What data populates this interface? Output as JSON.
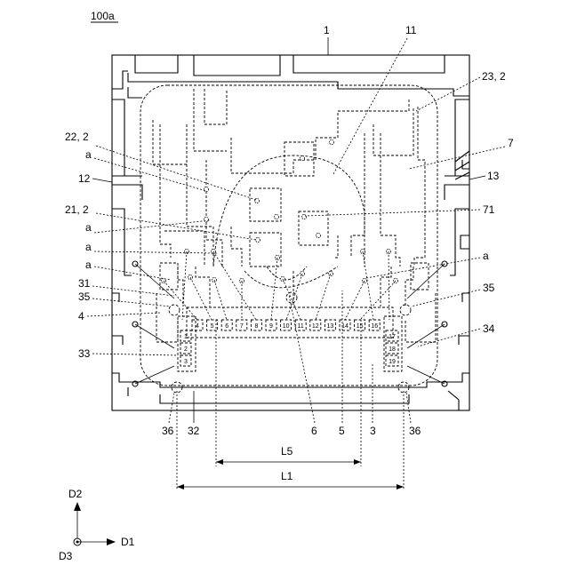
{
  "figure_label": "100a",
  "labels": {
    "top_1": "1",
    "top_11": "11",
    "l_23_2": "23, 2",
    "l_22_2": "22, 2",
    "l_a1": "a",
    "l_7": "7",
    "l_12": "12",
    "l_13": "13",
    "l_21_2": "21, 2",
    "l_71": "71",
    "l_a2": "a",
    "l_a3": "a",
    "l_a4": "a",
    "l_31": "31",
    "l_35_left": "35",
    "l_35_right": "35",
    "l_4": "4",
    "l_34": "34",
    "l_33": "33",
    "b_36_left": "36",
    "b_32": "32",
    "b_6": "6",
    "b_5": "5",
    "b_3": "3",
    "b_36_right": "36",
    "dim_L5": "L5",
    "dim_L1": "L1",
    "axis_D2": "D2",
    "axis_D1": "D1",
    "axis_D3": "D3"
  },
  "pad_numbers_row": [
    "4",
    "5",
    "6",
    "7",
    "8",
    "9",
    "10",
    "11",
    "12",
    "13",
    "14",
    "15",
    "16"
  ],
  "pad_numbers_left": [
    "1",
    "2",
    "3"
  ],
  "pad_numbers_right": [
    "17",
    "18",
    "19"
  ]
}
